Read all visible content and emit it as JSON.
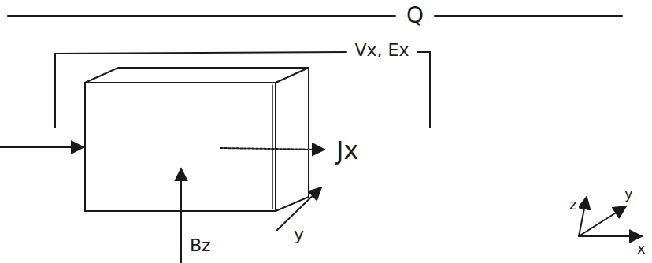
{
  "diagram": {
    "labels": [
      "Q",
      "Vx, Ex",
      "Jx",
      "Bz",
      "y",
      "z",
      "y",
      "x"
    ]
  }
}
